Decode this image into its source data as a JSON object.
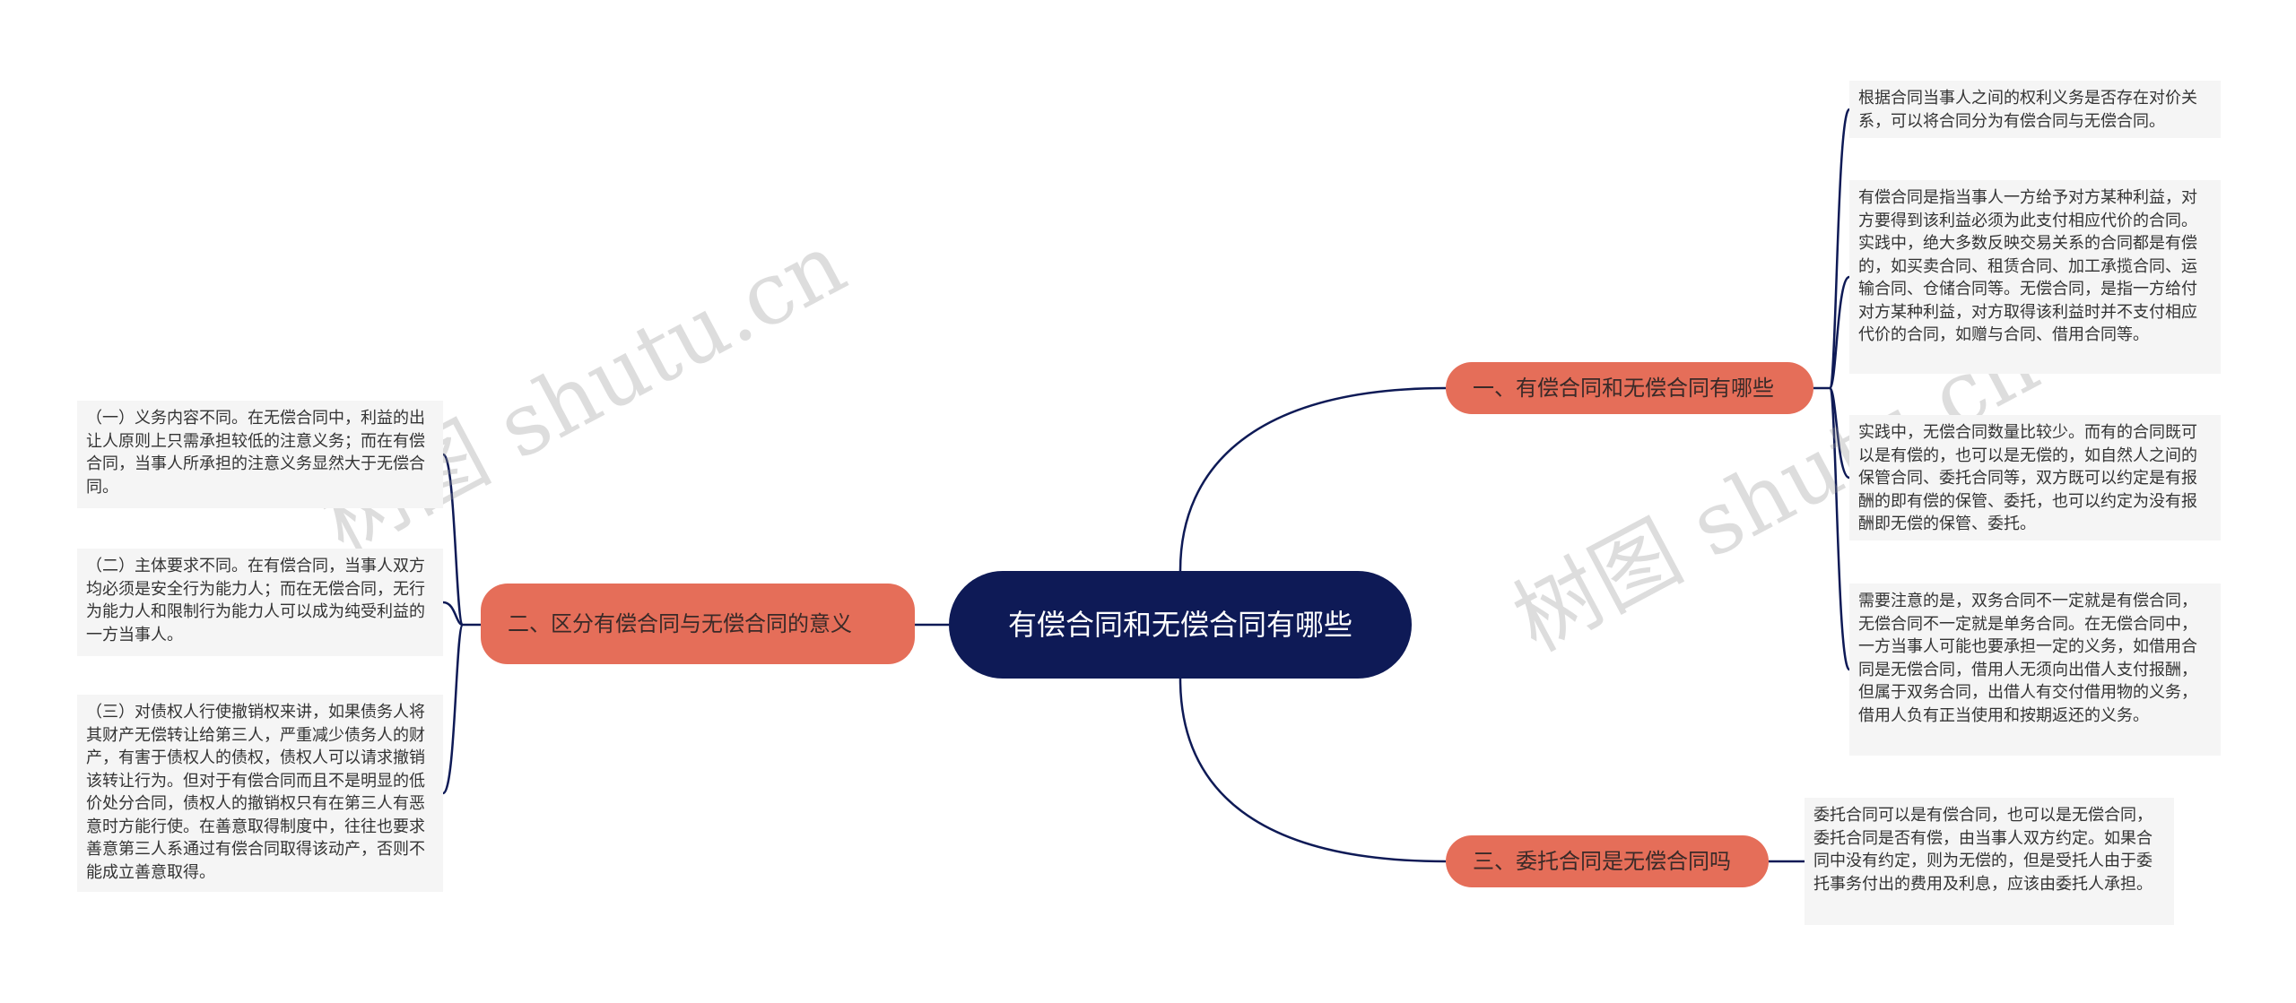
{
  "watermark": "树图 shutu.cn",
  "colors": {
    "root": "#0e1a56",
    "branch": "#e56e59",
    "line": "#0e1a56",
    "leaf_bg": "#f5f5f5"
  },
  "root": {
    "label": "有偿合同和无偿合同有哪些"
  },
  "branches": [
    {
      "label": "一、有偿合同和无偿合同有哪些",
      "leaves": [
        "根据合同当事人之间的权利义务是否存在对价关系，可以将合同分为有偿合同与无偿合同。",
        "有偿合同是指当事人一方给予对方某种利益，对方要得到该利益必须为此支付相应代价的合同。实践中，绝大多数反映交易关系的合同都是有偿的，如买卖合同、租赁合同、加工承揽合同、运输合同、仓储合同等。无偿合同，是指一方给付对方某种利益，对方取得该利益时并不支付相应代价的合同，如赠与合同、借用合同等。",
        "实践中，无偿合同数量比较少。而有的合同既可以是有偿的，也可以是无偿的，如自然人之间的保管合同、委托合同等，双方既可以约定是有报酬的即有偿的保管、委托，也可以约定为没有报酬即无偿的保管、委托。",
        "需要注意的是，双务合同不一定就是有偿合同，无偿合同不一定就是单务合同。在无偿合同中，一方当事人可能也要承担一定的义务，如借用合同是无偿合同，借用人无须向出借人支付报酬，但属于双务合同，出借人有交付借用物的义务，借用人负有正当使用和按期返还的义务。"
      ]
    },
    {
      "label": "二、区分有偿合同与无偿合同的意义",
      "leaves": [
        "（一）义务内容不同。在无偿合同中，利益的出让人原则上只需承担较低的注意义务；而在有偿合同，当事人所承担的注意义务显然大于无偿合同。",
        "（二）主体要求不同。在有偿合同，当事人双方均必须是安全行为能力人；而在无偿合同，无行为能力人和限制行为能力人可以成为纯受利益的一方当事人。",
        "（三）对债权人行使撤销权来讲，如果债务人将其财产无偿转让给第三人，严重减少债务人的财产，有害于债权人的债权，债权人可以请求撤销该转让行为。但对于有偿合同而且不是明显的低价处分合同，债权人的撤销权只有在第三人有恶意时方能行使。在善意取得制度中，往往也要求善意第三人系通过有偿合同取得该动产，否则不能成立善意取得。"
      ]
    },
    {
      "label": "三、委托合同是无偿合同吗",
      "leaves": [
        "委托合同可以是有偿合同，也可以是无偿合同，委托合同是否有偿，由当事人双方约定。如果合同中没有约定，则为无偿的，但是受托人由于委托事务付出的费用及利息，应该由委托人承担。"
      ]
    }
  ]
}
